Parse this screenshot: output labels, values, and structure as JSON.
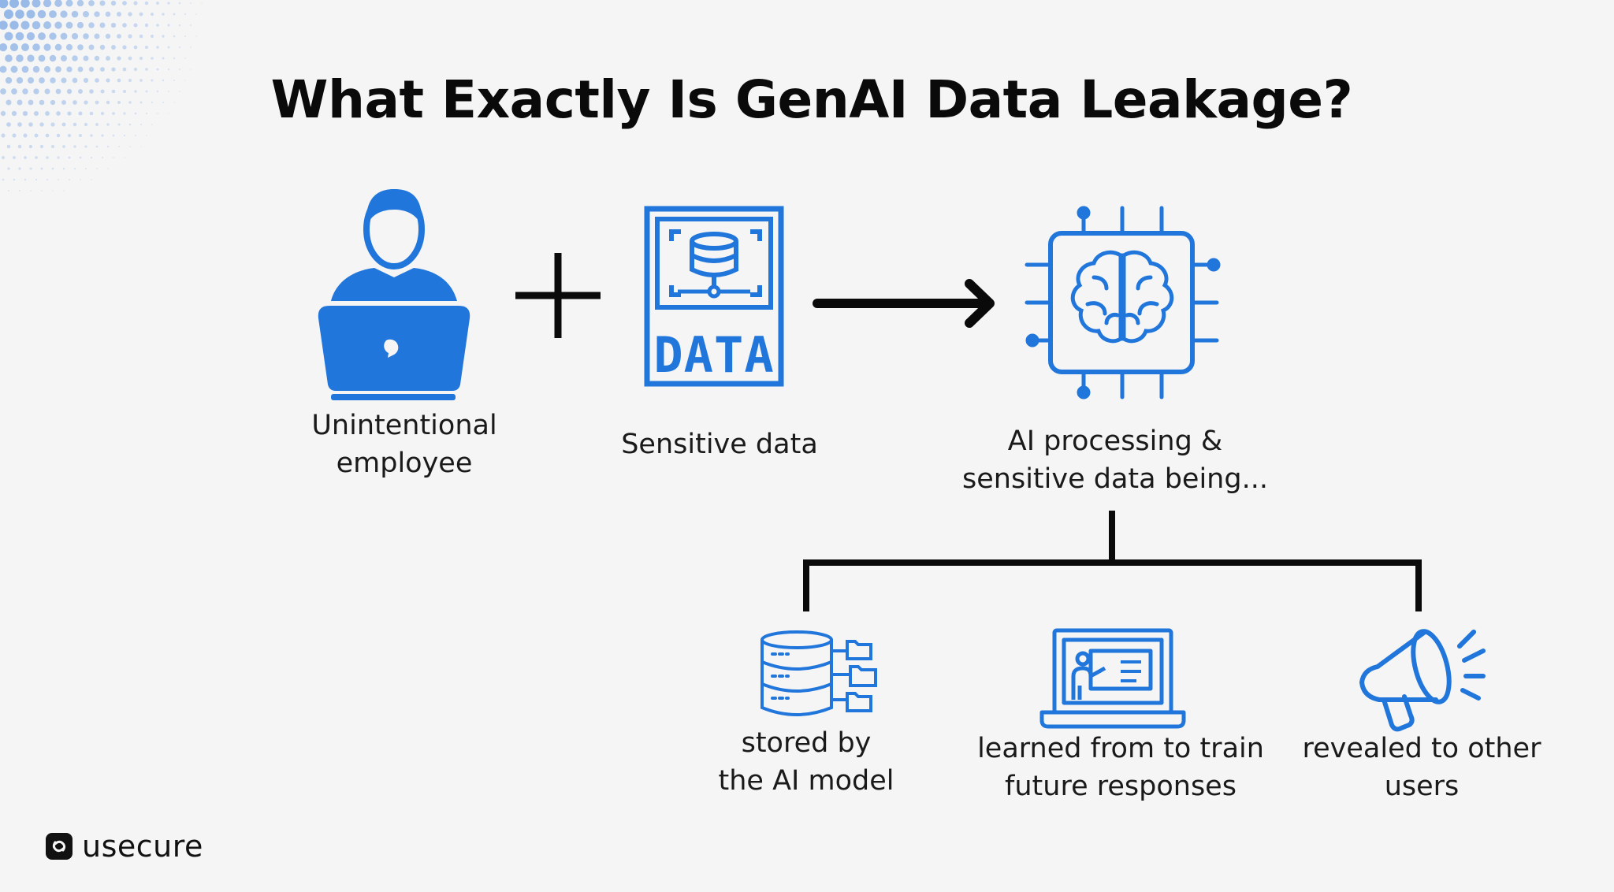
{
  "title": "What Exactly Is GenAI Data Leakage?",
  "nodes": {
    "employee": {
      "line1": "Unintentional",
      "line2": "employee",
      "icon": "person-laptop-icon"
    },
    "data": {
      "line1": "Sensitive data",
      "icon_text": "DATA",
      "icon": "data-database-icon"
    },
    "ai": {
      "line1": "AI processing &",
      "line2": "sensitive data being...",
      "icon": "ai-chip-brain-icon"
    },
    "stored": {
      "line1": "stored by",
      "line2": "the AI model",
      "icon": "database-folders-icon"
    },
    "learned": {
      "line1": "learned from to train",
      "line2": "future responses",
      "icon": "laptop-teacher-icon"
    },
    "revealed": {
      "line1": "revealed to other",
      "line2": "users",
      "icon": "megaphone-icon"
    }
  },
  "operators": {
    "plus": "plus-icon",
    "arrow": "arrow-right-icon"
  },
  "brand": {
    "name": "usecure"
  },
  "colors": {
    "accent": "#2176db",
    "ink": "#0a0a0a",
    "background": "#f5f5f6"
  }
}
